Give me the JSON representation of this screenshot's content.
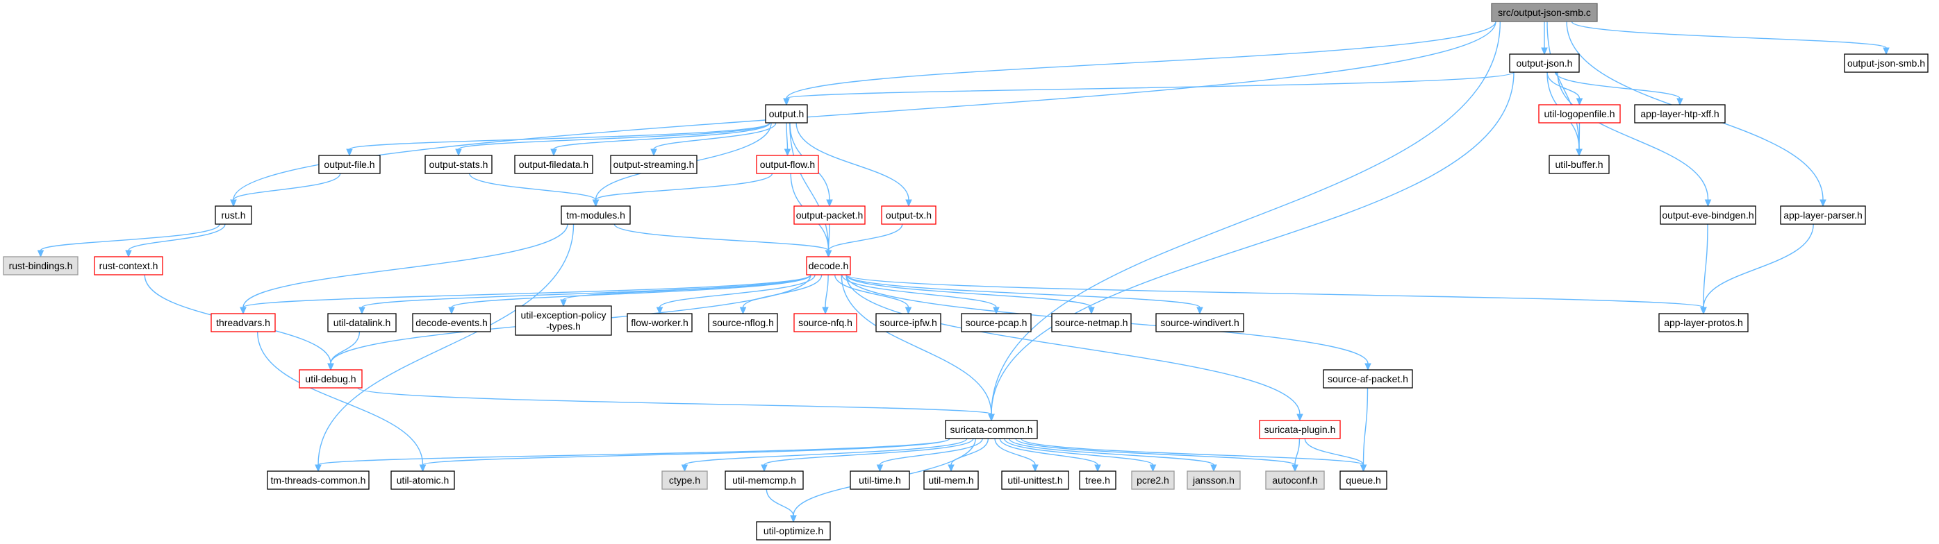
{
  "colors": {
    "edge": "#63b8ff",
    "normal_border": "#000000",
    "normal_fill": "#ffffff",
    "root_fill": "#999999",
    "root_border": "#666666",
    "missing_fill": "#e0e0e0",
    "missing_border": "#999999",
    "truncated_border": "#ff0000"
  },
  "nodes": [
    {
      "id": "output-json-smb-c",
      "label": [
        "src/output-json-smb.c"
      ],
      "kind": "root"
    },
    {
      "id": "output-json-h",
      "label": [
        "output-json.h"
      ],
      "kind": "normal"
    },
    {
      "id": "output-json-smb-h",
      "label": [
        "output-json-smb.h"
      ],
      "kind": "normal"
    },
    {
      "id": "output-h",
      "label": [
        "output.h"
      ],
      "kind": "normal"
    },
    {
      "id": "util-logopenfile-h",
      "label": [
        "util-logopenfile.h"
      ],
      "kind": "truncated"
    },
    {
      "id": "app-layer-htp-xff-h",
      "label": [
        "app-layer-htp-xff.h"
      ],
      "kind": "normal"
    },
    {
      "id": "output-file-h",
      "label": [
        "output-file.h"
      ],
      "kind": "normal"
    },
    {
      "id": "output-stats-h",
      "label": [
        "output-stats.h"
      ],
      "kind": "normal"
    },
    {
      "id": "output-filedata-h",
      "label": [
        "output-filedata.h"
      ],
      "kind": "normal"
    },
    {
      "id": "output-streaming-h",
      "label": [
        "output-streaming.h"
      ],
      "kind": "normal"
    },
    {
      "id": "output-flow-h",
      "label": [
        "output-flow.h"
      ],
      "kind": "truncated"
    },
    {
      "id": "util-buffer-h",
      "label": [
        "util-buffer.h"
      ],
      "kind": "normal"
    },
    {
      "id": "rust-h",
      "label": [
        "rust.h"
      ],
      "kind": "normal"
    },
    {
      "id": "tm-modules-h",
      "label": [
        "tm-modules.h"
      ],
      "kind": "normal"
    },
    {
      "id": "output-packet-h",
      "label": [
        "output-packet.h"
      ],
      "kind": "truncated"
    },
    {
      "id": "output-tx-h",
      "label": [
        "output-tx.h"
      ],
      "kind": "truncated"
    },
    {
      "id": "output-eve-bindgen-h",
      "label": [
        "output-eve-bindgen.h"
      ],
      "kind": "normal"
    },
    {
      "id": "app-layer-parser-h",
      "label": [
        "app-layer-parser.h"
      ],
      "kind": "normal"
    },
    {
      "id": "rust-bindings-h",
      "label": [
        "rust-bindings.h"
      ],
      "kind": "missing"
    },
    {
      "id": "rust-context-h",
      "label": [
        "rust-context.h"
      ],
      "kind": "truncated"
    },
    {
      "id": "decode-h",
      "label": [
        "decode.h"
      ],
      "kind": "truncated"
    },
    {
      "id": "threadvars-h",
      "label": [
        "threadvars.h"
      ],
      "kind": "truncated"
    },
    {
      "id": "util-datalink-h",
      "label": [
        "util-datalink.h"
      ],
      "kind": "normal"
    },
    {
      "id": "decode-events-h",
      "label": [
        "decode-events.h"
      ],
      "kind": "normal"
    },
    {
      "id": "util-exception-policy-types-h",
      "label": [
        "util-exception-policy",
        "-types.h"
      ],
      "kind": "normal"
    },
    {
      "id": "flow-worker-h",
      "label": [
        "flow-worker.h"
      ],
      "kind": "normal"
    },
    {
      "id": "source-nflog-h",
      "label": [
        "source-nflog.h"
      ],
      "kind": "normal"
    },
    {
      "id": "source-nfq-h",
      "label": [
        "source-nfq.h"
      ],
      "kind": "truncated"
    },
    {
      "id": "source-ipfw-h",
      "label": [
        "source-ipfw.h"
      ],
      "kind": "normal"
    },
    {
      "id": "source-pcap-h",
      "label": [
        "source-pcap.h"
      ],
      "kind": "normal"
    },
    {
      "id": "source-netmap-h",
      "label": [
        "source-netmap.h"
      ],
      "kind": "normal"
    },
    {
      "id": "source-windivert-h",
      "label": [
        "source-windivert.h"
      ],
      "kind": "normal"
    },
    {
      "id": "app-layer-protos-h",
      "label": [
        "app-layer-protos.h"
      ],
      "kind": "normal"
    },
    {
      "id": "util-debug-h",
      "label": [
        "util-debug.h"
      ],
      "kind": "truncated"
    },
    {
      "id": "source-af-packet-h",
      "label": [
        "source-af-packet.h"
      ],
      "kind": "normal"
    },
    {
      "id": "suricata-common-h",
      "label": [
        "suricata-common.h"
      ],
      "kind": "normal"
    },
    {
      "id": "suricata-plugin-h",
      "label": [
        "suricata-plugin.h"
      ],
      "kind": "truncated"
    },
    {
      "id": "tm-threads-common-h",
      "label": [
        "tm-threads-common.h"
      ],
      "kind": "normal"
    },
    {
      "id": "util-atomic-h",
      "label": [
        "util-atomic.h"
      ],
      "kind": "normal"
    },
    {
      "id": "ctype-h",
      "label": [
        "ctype.h"
      ],
      "kind": "missing"
    },
    {
      "id": "util-memcmp-h",
      "label": [
        "util-memcmp.h"
      ],
      "kind": "normal"
    },
    {
      "id": "util-time-h",
      "label": [
        "util-time.h"
      ],
      "kind": "normal"
    },
    {
      "id": "util-mem-h",
      "label": [
        "util-mem.h"
      ],
      "kind": "normal"
    },
    {
      "id": "util-unittest-h",
      "label": [
        "util-unittest.h"
      ],
      "kind": "normal"
    },
    {
      "id": "tree-h",
      "label": [
        "tree.h"
      ],
      "kind": "normal"
    },
    {
      "id": "pcre2-h",
      "label": [
        "pcre2.h"
      ],
      "kind": "missing"
    },
    {
      "id": "jansson-h",
      "label": [
        "jansson.h"
      ],
      "kind": "missing"
    },
    {
      "id": "autoconf-h",
      "label": [
        "autoconf.h"
      ],
      "kind": "missing"
    },
    {
      "id": "queue-h",
      "label": [
        "queue.h"
      ],
      "kind": "normal"
    },
    {
      "id": "util-optimize-h",
      "label": [
        "util-optimize.h"
      ],
      "kind": "normal"
    }
  ],
  "edges": [
    [
      "output-json-smb-c",
      "output-json-h"
    ],
    [
      "output-json-smb-c",
      "output-json-smb-h"
    ],
    [
      "output-json-smb-c",
      "output-h"
    ],
    [
      "output-json-smb-c",
      "util-buffer-h"
    ],
    [
      "output-json-smb-c",
      "rust-h"
    ],
    [
      "output-json-smb-c",
      "app-layer-parser-h"
    ],
    [
      "output-json-smb-c",
      "suricata-common-h"
    ],
    [
      "output-json-h",
      "output-h"
    ],
    [
      "output-json-h",
      "util-logopenfile-h"
    ],
    [
      "output-json-h",
      "app-layer-htp-xff-h"
    ],
    [
      "output-json-h",
      "util-buffer-h"
    ],
    [
      "output-json-h",
      "output-eve-bindgen-h"
    ],
    [
      "output-json-h",
      "suricata-common-h"
    ],
    [
      "util-logopenfile-h",
      "util-buffer-h"
    ],
    [
      "output-h",
      "output-file-h"
    ],
    [
      "output-h",
      "output-stats-h"
    ],
    [
      "output-h",
      "output-filedata-h"
    ],
    [
      "output-h",
      "output-streaming-h"
    ],
    [
      "output-h",
      "output-flow-h"
    ],
    [
      "output-h",
      "output-packet-h"
    ],
    [
      "output-h",
      "output-tx-h"
    ],
    [
      "output-h",
      "tm-modules-h"
    ],
    [
      "output-h",
      "decode-h"
    ],
    [
      "output-file-h",
      "rust-h"
    ],
    [
      "output-stats-h",
      "tm-modules-h"
    ],
    [
      "output-flow-h",
      "tm-modules-h"
    ],
    [
      "output-flow-h",
      "decode-h"
    ],
    [
      "output-packet-h",
      "decode-h"
    ],
    [
      "output-tx-h",
      "decode-h"
    ],
    [
      "rust-h",
      "rust-bindings-h"
    ],
    [
      "rust-h",
      "rust-context-h"
    ],
    [
      "rust-context-h",
      "util-debug-h"
    ],
    [
      "tm-modules-h",
      "threadvars-h"
    ],
    [
      "tm-modules-h",
      "decode-h"
    ],
    [
      "tm-modules-h",
      "tm-threads-common-h"
    ],
    [
      "output-eve-bindgen-h",
      "app-layer-protos-h"
    ],
    [
      "app-layer-parser-h",
      "app-layer-protos-h"
    ],
    [
      "decode-h",
      "threadvars-h"
    ],
    [
      "decode-h",
      "util-datalink-h"
    ],
    [
      "decode-h",
      "decode-events-h"
    ],
    [
      "decode-h",
      "util-exception-policy-types-h"
    ],
    [
      "decode-h",
      "flow-worker-h"
    ],
    [
      "decode-h",
      "source-nflog-h"
    ],
    [
      "decode-h",
      "source-nfq-h"
    ],
    [
      "decode-h",
      "source-ipfw-h"
    ],
    [
      "decode-h",
      "source-pcap-h"
    ],
    [
      "decode-h",
      "source-netmap-h"
    ],
    [
      "decode-h",
      "source-windivert-h"
    ],
    [
      "decode-h",
      "app-layer-protos-h"
    ],
    [
      "decode-h",
      "source-af-packet-h"
    ],
    [
      "decode-h",
      "suricata-plugin-h"
    ],
    [
      "decode-h",
      "suricata-common-h"
    ],
    [
      "decode-h",
      "util-debug-h"
    ],
    [
      "threadvars-h",
      "util-atomic-h"
    ],
    [
      "util-datalink-h",
      "util-debug-h"
    ],
    [
      "util-debug-h",
      "suricata-common-h"
    ],
    [
      "source-af-packet-h",
      "queue-h"
    ],
    [
      "suricata-plugin-h",
      "autoconf-h"
    ],
    [
      "suricata-plugin-h",
      "queue-h"
    ],
    [
      "suricata-common-h",
      "tm-threads-common-h"
    ],
    [
      "suricata-common-h",
      "util-atomic-h"
    ],
    [
      "suricata-common-h",
      "ctype-h"
    ],
    [
      "suricata-common-h",
      "util-memcmp-h"
    ],
    [
      "suricata-common-h",
      "util-time-h"
    ],
    [
      "suricata-common-h",
      "util-mem-h"
    ],
    [
      "suricata-common-h",
      "util-unittest-h"
    ],
    [
      "suricata-common-h",
      "tree-h"
    ],
    [
      "suricata-common-h",
      "pcre2-h"
    ],
    [
      "suricata-common-h",
      "jansson-h"
    ],
    [
      "suricata-common-h",
      "autoconf-h"
    ],
    [
      "suricata-common-h",
      "queue-h"
    ],
    [
      "suricata-common-h",
      "util-optimize-h"
    ],
    [
      "util-memcmp-h",
      "util-optimize-h"
    ]
  ]
}
